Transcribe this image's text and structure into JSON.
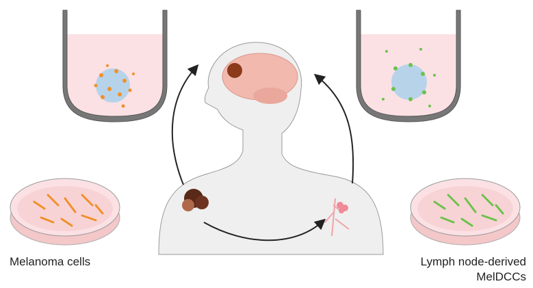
{
  "labels": {
    "left": "Melanoma cells",
    "right_line1": "Lymph node-derived",
    "right_line2": "MelDCCs"
  },
  "colors": {
    "tumor": "#8b3a1a",
    "brain": "#f2b9ae",
    "melanoma_cells": "#f0902a",
    "meldcc_cells": "#6cc24a",
    "spheroid": "#b7d3ea",
    "medium": "#fbe1e4",
    "skin": "#efefef"
  }
}
